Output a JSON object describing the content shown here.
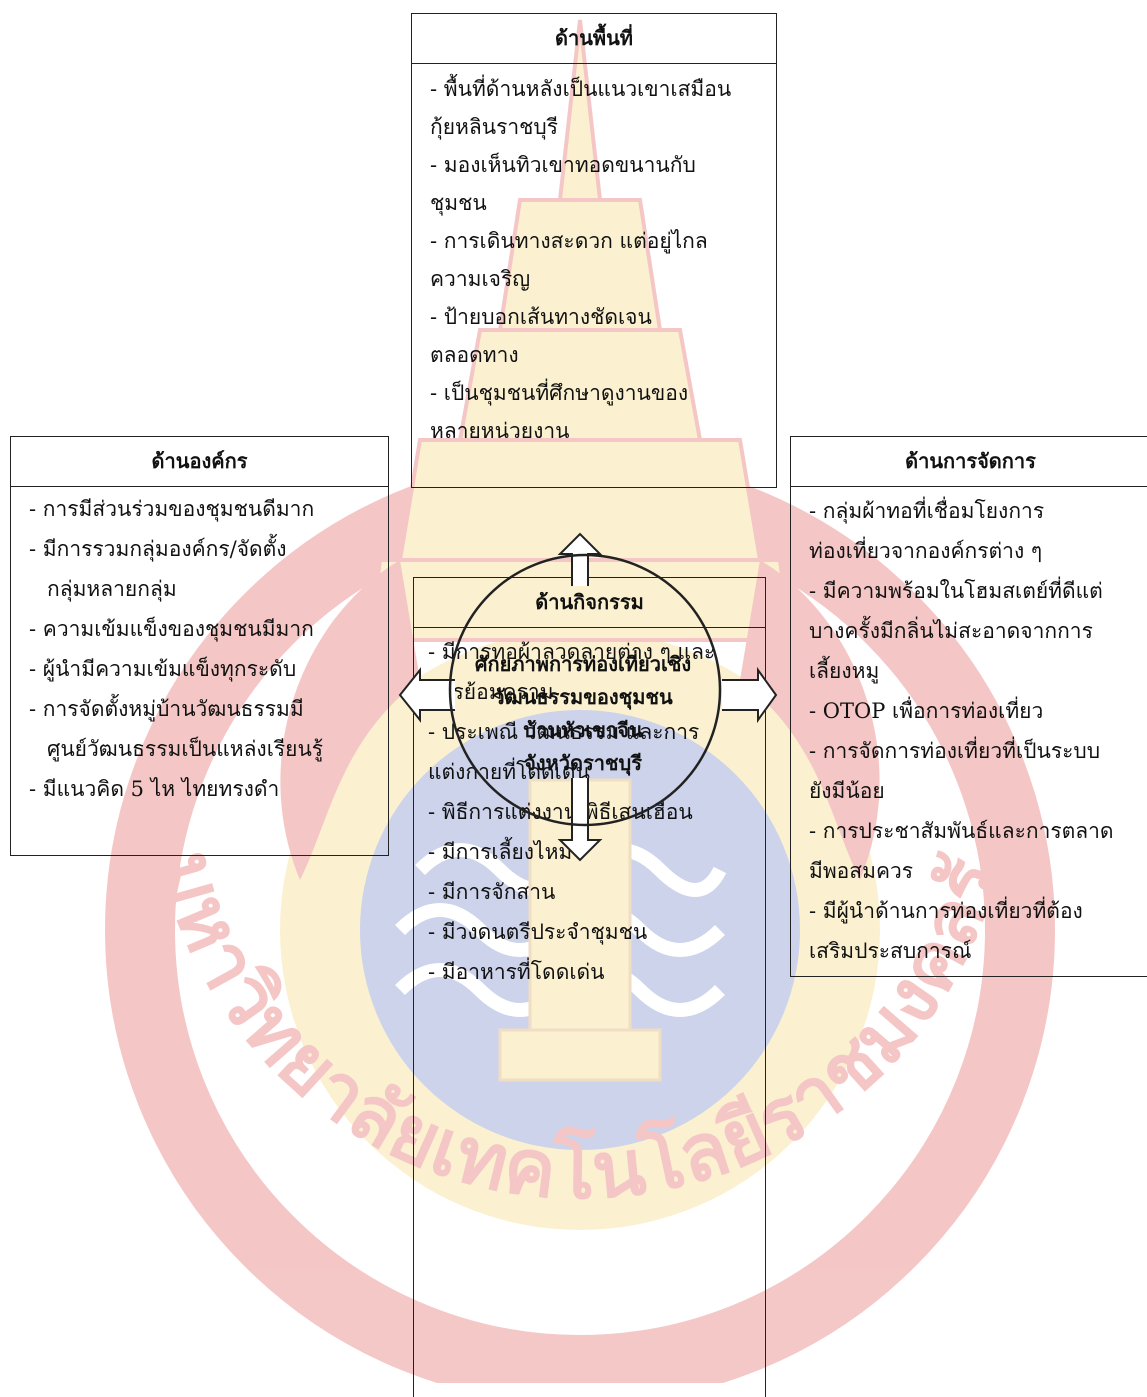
{
  "center": {
    "lines": [
      "ศักยภาพการท่องเที่ยวเชิง",
      "วัฒนธรรมของชุมชน",
      "บ้านหัวเขาจีน",
      "จังหวัดราชบุรี"
    ]
  },
  "area": {
    "title": "ด้านพื้นที่",
    "items": [
      [
        "- พื้นที่ด้านหลังเป็นแนวเขาเสมือน",
        "กุ้ยหลินราชบุรี"
      ],
      [
        "- มองเห็นทิวเขาทอดขนานกับ",
        "ชุมชน"
      ],
      [
        "- การเดินทางสะดวก แต่อยู่ไกล",
        "ความเจริญ"
      ],
      [
        "- ป้ายบอกเส้นทางชัดเจน",
        "ตลอดทาง"
      ],
      [
        "- เป็นชุมชนที่ศึกษาดูงานของ",
        "หลายหน่วยงาน"
      ]
    ]
  },
  "org": {
    "title": "ด้านองค์กร",
    "items": [
      [
        "- การมีส่วนร่วมของชุมชนดีมาก"
      ],
      [
        "- มีการรวมกลุ่มองค์กร/จัดตั้ง",
        "กลุ่มหลายกลุ่ม"
      ],
      [
        "- ความเข้มแข็งของชุมชนมีมาก"
      ],
      [
        "- ผู้นำมีความเข้มแข็งทุกระดับ"
      ],
      [
        "- การจัดตั้งหมู่บ้านวัฒนธรรมมี",
        "ศูนย์วัฒนธรรมเป็นแหล่งเรียนรู้"
      ],
      [
        "- มีแนวคิด 5 ไห  ไทยทรงดำ"
      ]
    ]
  },
  "mgmt": {
    "title": "ด้านการจัดการ",
    "items": [
      [
        "- กลุ่มผ้าทอที่เชื่อมโยงการ",
        "ท่องเที่ยวจากองค์กรต่าง ๆ"
      ],
      [
        "- มีความพร้อมในโฮมสเตย์ที่ดีแต่",
        "บางครั้งมีกลิ่นไม่สะอาดจากการ",
        "เลี้ยงหมู"
      ],
      [
        "- OTOP เพื่อการท่องเที่ยว"
      ],
      [
        "- การจัดการท่องเที่ยวที่เป็นระบบ",
        "ยังมีน้อย"
      ],
      [
        "- การประชาสัมพันธ์และการตลาด",
        "มีพอสมควร"
      ],
      [
        "- มีผู้นำด้านการท่องเที่ยวที่ต้อง",
        "เสริมประสบการณ์"
      ]
    ]
  },
  "activity": {
    "title": "ด้านกิจกรรม",
    "items": [
      [
        "- มีการทอผ้าลวดลายต่าง ๆ และ",
        "การย้อมคราม"
      ],
      [
        "- ประเพณี วัฒนธรรม และการ",
        "แต่งกายที่โดดเด่น"
      ],
      [
        "- พิธีการแต่งงาน พิธีเสนเฮือน"
      ],
      [
        "- มีการเลี้ยงไหม"
      ],
      [
        "- มีการจักสาน"
      ],
      [
        "- มีวงดนตรีประจำชุมชน"
      ],
      [
        "- มีอาหารที่โดดเด่น"
      ]
    ]
  },
  "watermark": {
    "text": "มหาวิทยาลัยเทคโนโลยีราชมงคลรัตนโกสินทร์",
    "colors": {
      "red": "#d93a35",
      "yellow": "#f2cf5a",
      "blue": "#4a66b8",
      "pink": "#f3c5c0"
    }
  }
}
